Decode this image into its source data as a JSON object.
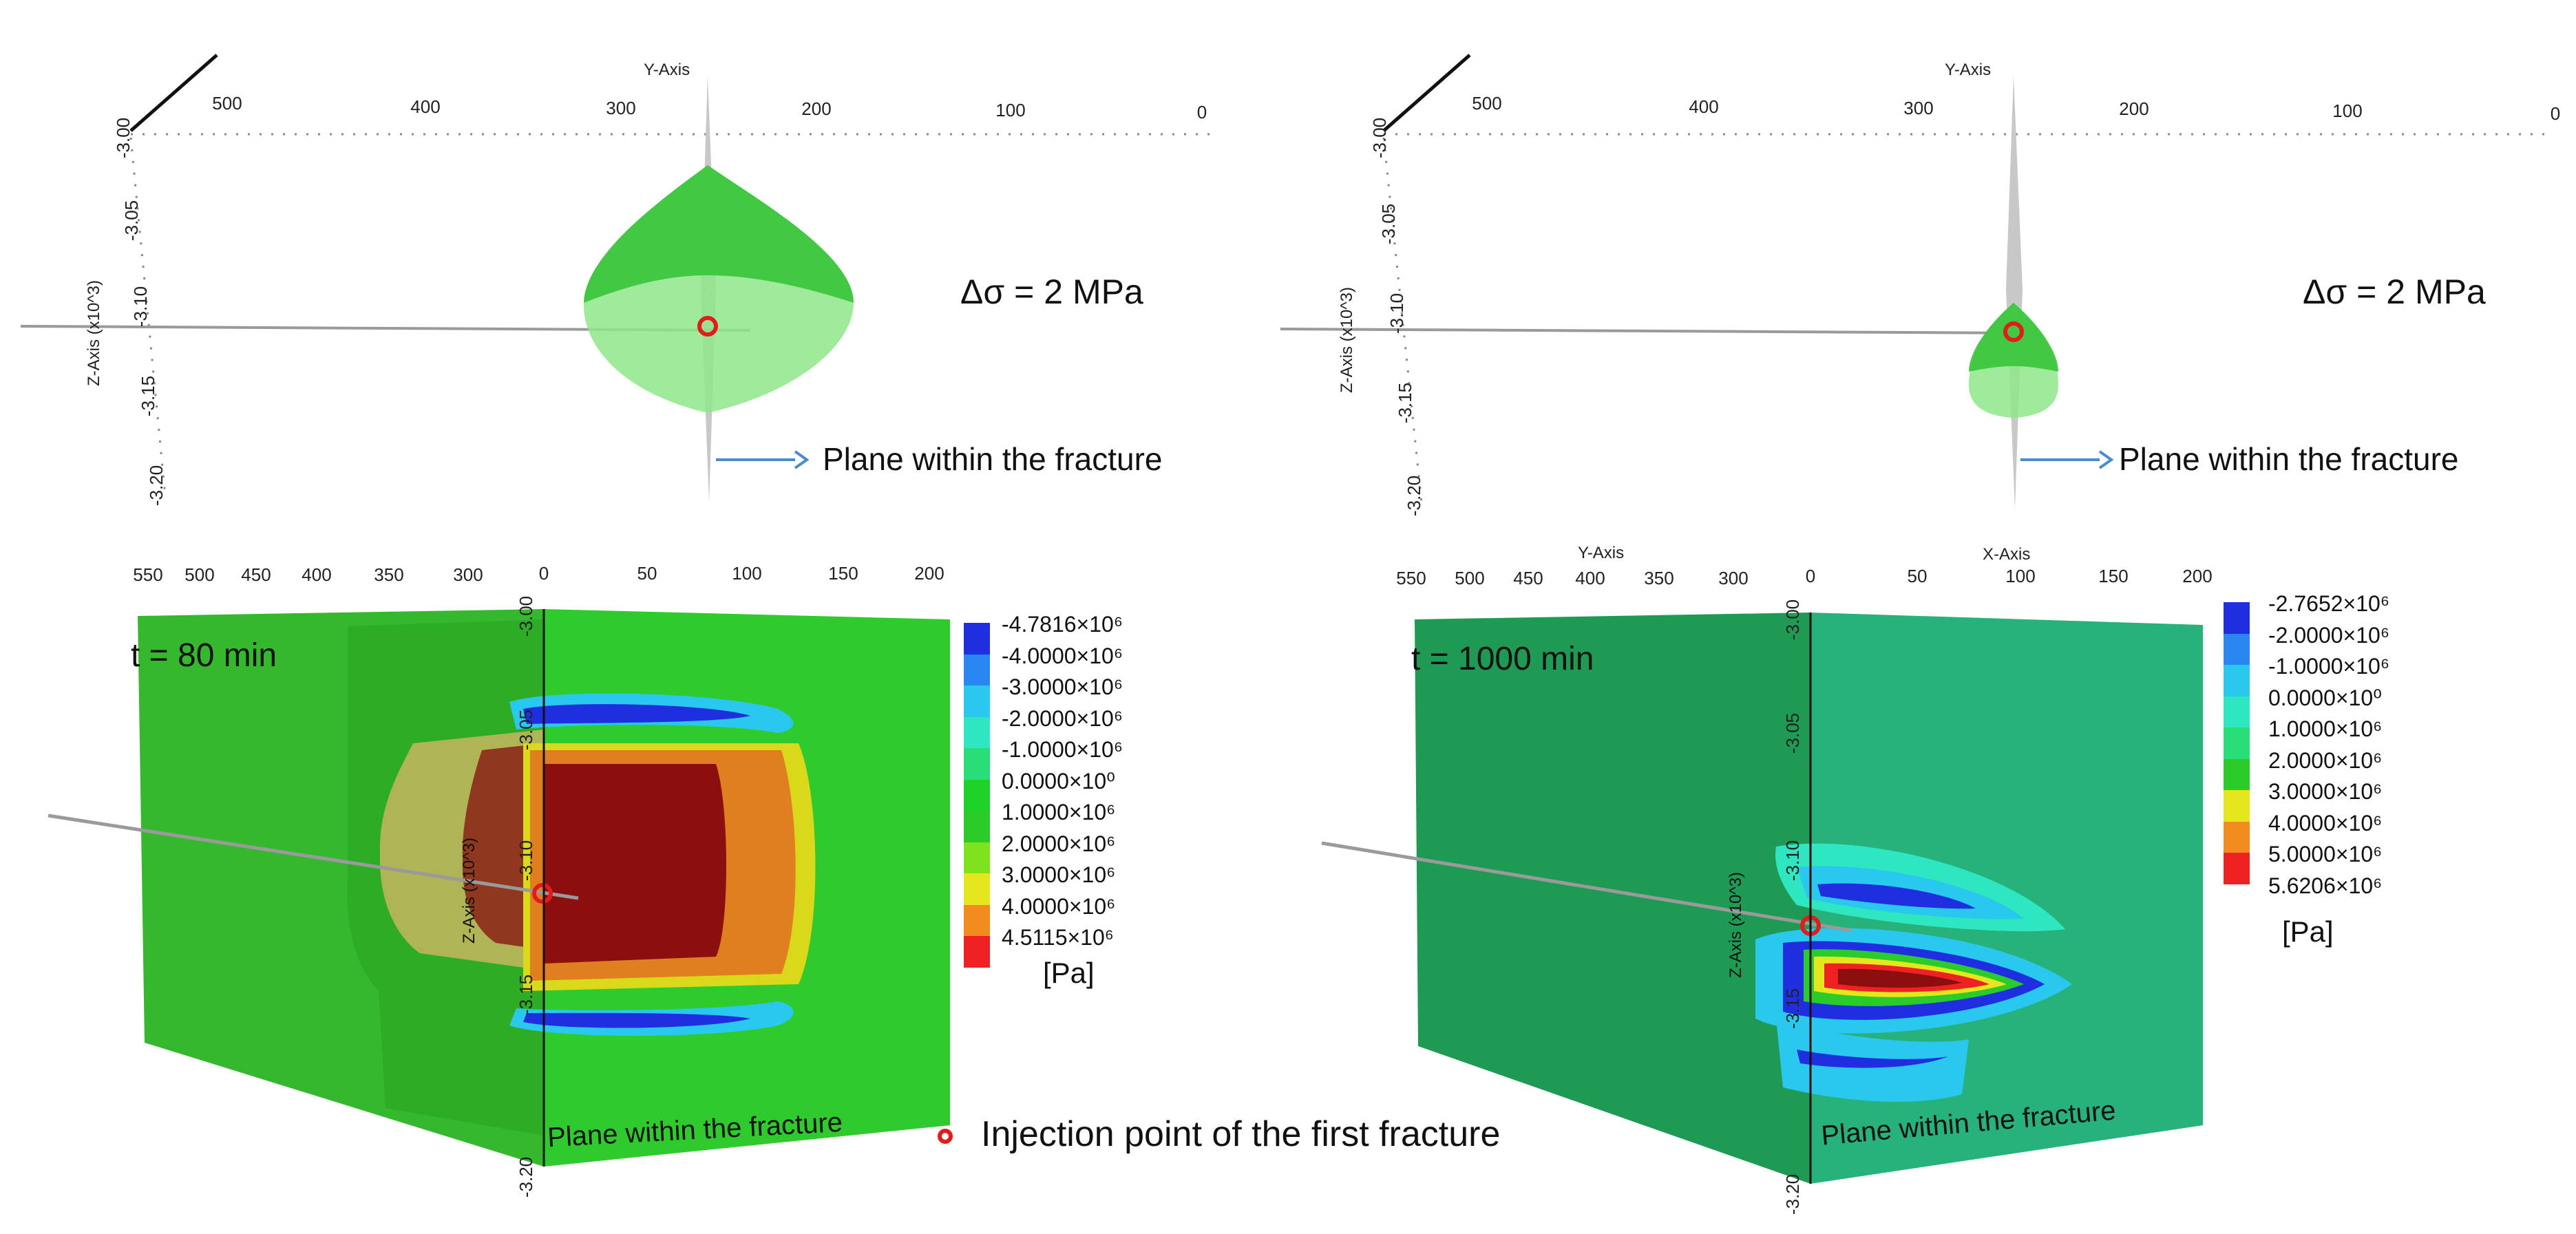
{
  "top_left": {
    "y_axis_title": "Y-Axis",
    "z_axis_title": "Z-Axis (x10^3)",
    "y_ticks": [
      "500",
      "400",
      "300",
      "200",
      "100",
      "0"
    ],
    "z_ticks": [
      "-3.00",
      "-3.05",
      "-3.10",
      "-3.15",
      "-3.20"
    ],
    "delta_sigma": "Δσ = 2 MPa",
    "plane_label": "Plane within the fracture"
  },
  "top_right": {
    "y_axis_title": "Y-Axis",
    "z_axis_title": "Z-Axis (x10^3)",
    "x_axis_title": "X-Axis",
    "y_axis_title_bottom": "Y-Axis",
    "y_ticks": [
      "500",
      "400",
      "300",
      "200",
      "100",
      "0"
    ],
    "z_ticks": [
      "-3.00",
      "-3.05",
      "-3.10",
      "-3.15",
      "-3.20"
    ],
    "delta_sigma": "Δσ = 2 MPa",
    "plane_label": "Plane within the fracture"
  },
  "bottom_left": {
    "time_label": "t = 80 min",
    "top_ticks": [
      "550",
      "500",
      "450",
      "400",
      "350",
      "300",
      "0",
      "50",
      "100",
      "150",
      "200"
    ],
    "z_ticks": [
      "-3.00",
      "-3.05",
      "-3.10",
      "-3.15",
      "-3.20"
    ],
    "z_axis_title": "Z-Axis (x10^3)",
    "plane_label": "Plane within the fracture",
    "colorbar": {
      "colors": [
        "#1f2fe0",
        "#2a86f0",
        "#29c8ee",
        "#2ee6c0",
        "#27de79",
        "#1fd22a",
        "#29cc29",
        "#7fe21f",
        "#e6e61f",
        "#f28c1f",
        "#ee2222"
      ],
      "labels": [
        "-4.7816×10⁶",
        "-4.0000×10⁶",
        "-3.0000×10⁶",
        "-2.0000×10⁶",
        "-1.0000×10⁶",
        "0.0000×10⁰",
        "1.0000×10⁶",
        "2.0000×10⁶",
        "3.0000×10⁶",
        "4.0000×10⁶",
        "4.5115×10⁶"
      ],
      "unit": "[Pa]"
    }
  },
  "bottom_right": {
    "time_label": "t = 1000 min",
    "top_ticks": [
      "550",
      "500",
      "450",
      "400",
      "350",
      "300",
      "0",
      "50",
      "100",
      "150",
      "200"
    ],
    "z_ticks": [
      "-3.00",
      "-3.05",
      "-3.10",
      "-3.15",
      "-3.20"
    ],
    "z_axis_title": "Z-Axis (x10^3)",
    "plane_label": "Plane within the fracture",
    "colorbar": {
      "colors": [
        "#1f2fe0",
        "#2a86f0",
        "#29c8ee",
        "#2ee6c0",
        "#27de79",
        "#29cc29",
        "#e6e61f",
        "#f28c1f",
        "#ee2222"
      ],
      "labels": [
        "-2.7652×10⁶",
        "-2.0000×10⁶",
        "-1.0000×10⁶",
        "0.0000×10⁰",
        "1.0000×10⁶",
        "2.0000×10⁶",
        "3.0000×10⁶",
        "4.0000×10⁶",
        "5.0000×10⁶",
        "5.6206×10⁶"
      ],
      "unit": "[Pa]"
    }
  },
  "legend": {
    "injection_label": "Injection point of the first fracture",
    "ring_color": "#e31b1b"
  }
}
